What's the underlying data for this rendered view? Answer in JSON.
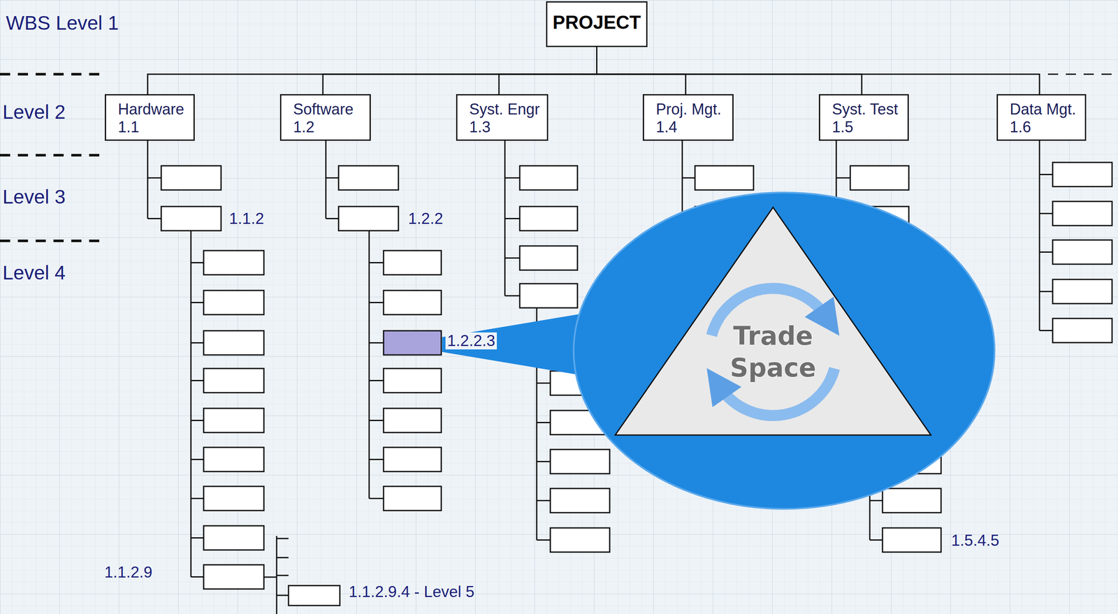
{
  "diagram": {
    "nodes": [
      {
        "text": [
          "PROJECT"
        ]
      },
      {
        "text": [
          "Hardware",
          "1.1"
        ]
      },
      {
        "text": [
          "Software",
          "1.2"
        ]
      },
      {
        "text": [
          "Syst. Engr",
          "1.3"
        ]
      },
      {
        "text": [
          "Proj. Mgt.",
          "1.4"
        ]
      },
      {
        "text": [
          "Syst. Test",
          "1.5"
        ]
      },
      {
        "text": [
          "Data Mgt.",
          "1.6"
        ]
      },
      {
        "text": [
          "Trade Space"
        ]
      }
    ],
    "edges": [
      {
        "from": 0,
        "to": 1,
        "arrow": "none"
      },
      {
        "from": 0,
        "to": 2,
        "arrow": "none"
      },
      {
        "from": 0,
        "to": 3,
        "arrow": "none"
      },
      {
        "from": 0,
        "to": 4,
        "arrow": "none"
      },
      {
        "from": 0,
        "to": 5,
        "arrow": "none"
      },
      {
        "from": 0,
        "to": 6,
        "arrow": "none"
      }
    ],
    "labels": [
      "WBS Level 1",
      "Level 2",
      "Level 3",
      "Level 4",
      "1.1.2",
      "1.2.2",
      "1.2.2.3",
      "1.1.2.9",
      "1.1.2.9.4 - Level 5",
      "1.5.4.5"
    ]
  }
}
